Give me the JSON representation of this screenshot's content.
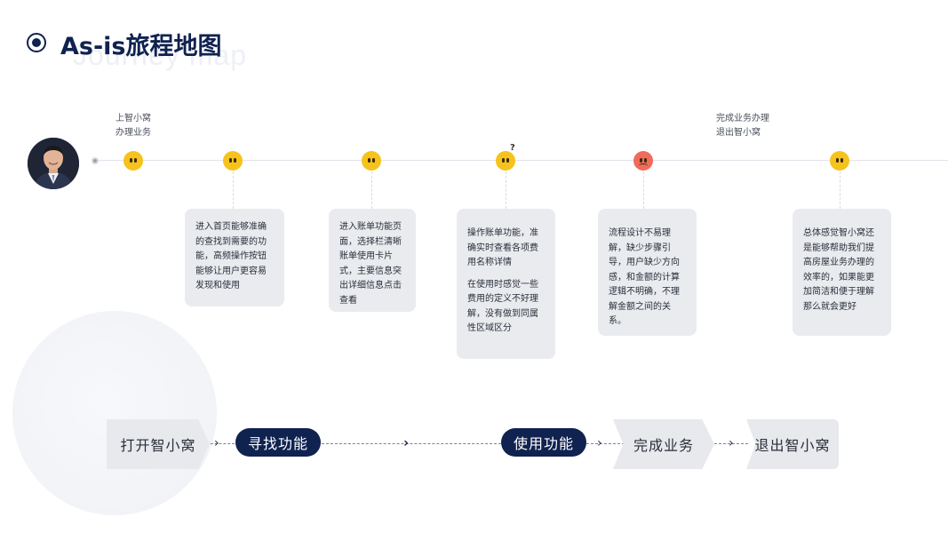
{
  "title": {
    "main": "As-is旅程地图",
    "sub": "Journey map"
  },
  "stage_labels": {
    "start": [
      "上智小窝",
      "办理业务"
    ],
    "end": [
      "完成业务办理",
      "退出智小窝"
    ]
  },
  "emotions": [
    "happy",
    "happy",
    "happy",
    "confused",
    "sad",
    "happy"
  ],
  "cards": [
    {
      "paragraphs": [
        "进入首页能够准确的查找到需要的功能，高频操作按钮能够让用户更容易发现和使用"
      ]
    },
    {
      "paragraphs": [
        "进入账单功能页面，选择栏清晰账单使用卡片式，主要信息突出详细信息点击查看"
      ]
    },
    {
      "paragraphs": [
        "操作账单功能，准确实时查看各项费用名称详情",
        "在使用时感觉一些费用的定义不好理解，没有做到同属性区域区分"
      ]
    },
    {
      "paragraphs": [
        "流程设计不易理解，缺少步骤引导，用户缺少方向感，和金额的计算逻辑不明确，不理解金额之间的关系。"
      ]
    },
    {
      "paragraphs": [
        "总体感觉智小窝还是能够帮助我们提高房屋业务办理的效率的，如果能更加简洁和便于理解那么就会更好"
      ]
    }
  ],
  "flow": {
    "steps": [
      "打开智小窝",
      "寻找功能",
      "使用功能",
      "完成业务",
      "退出智小窝"
    ],
    "arrow_icon": "chevron-right-icon"
  },
  "colors": {
    "brand_navy": "#0f2250",
    "happy_face": "#f6c21c",
    "sad_face": "#ef6c5c",
    "card_bg": "#e9ebef"
  }
}
